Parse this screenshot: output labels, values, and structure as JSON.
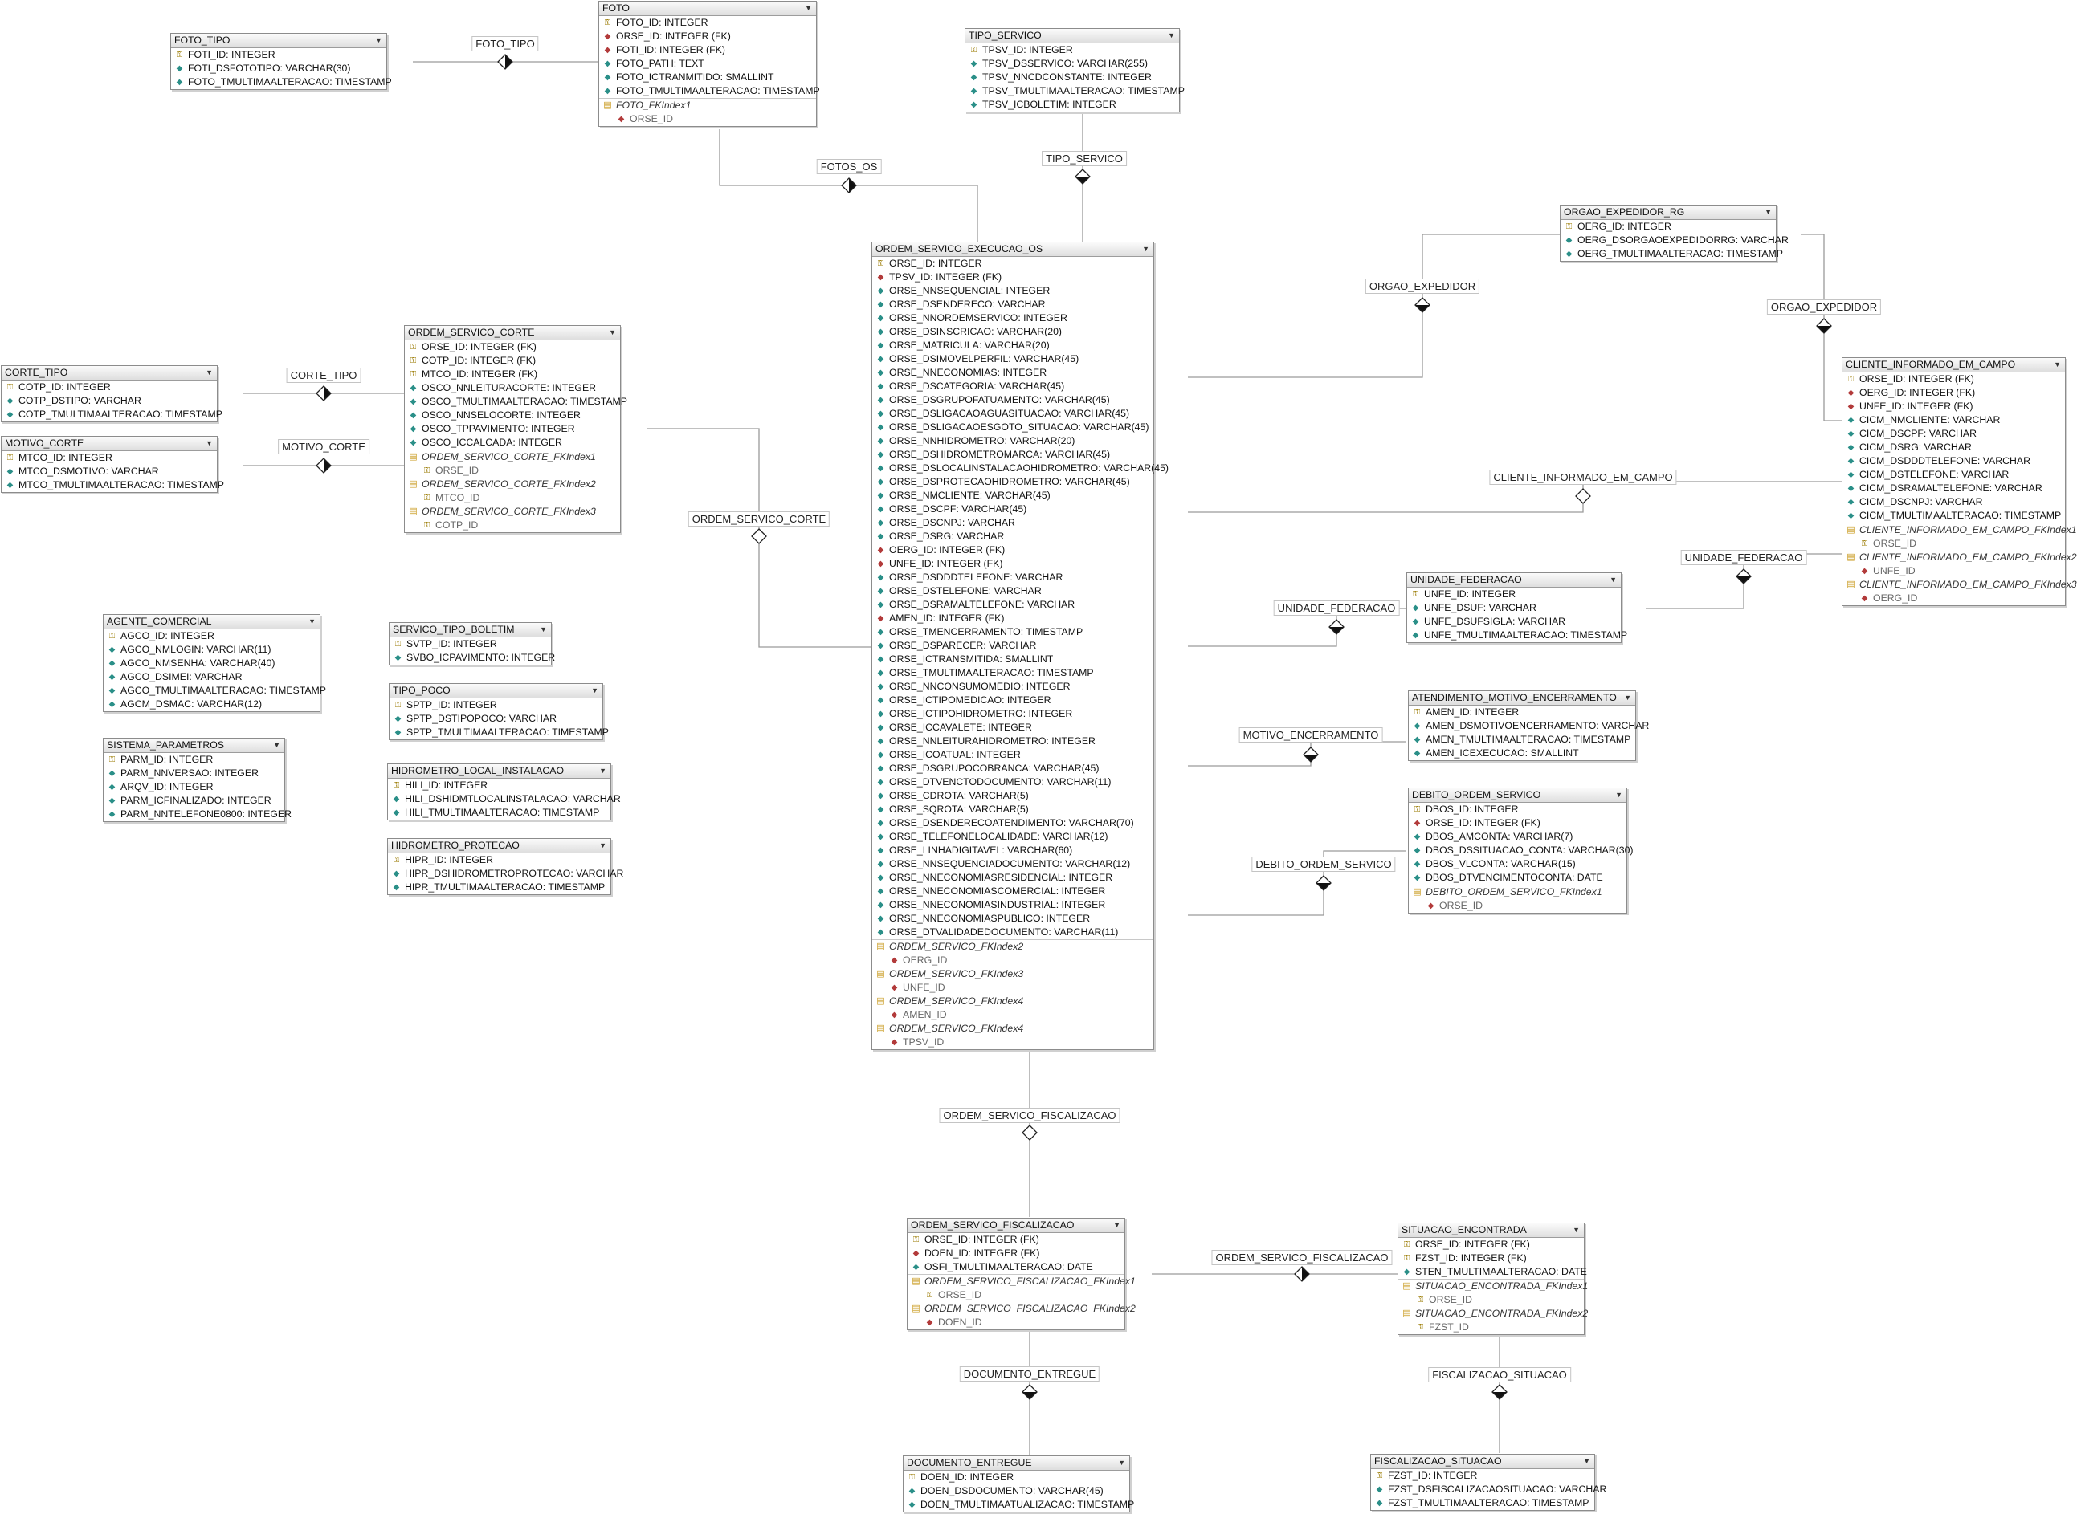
{
  "entities": [
    {
      "id": "FOTO_TIPO",
      "title": "FOTO_TIPO",
      "rows": [
        {
          "t": "key",
          "text": "FOTI_ID: INTEGER"
        },
        {
          "t": "col",
          "text": "FOTI_DSFOTOTIPO: VARCHAR(30)"
        },
        {
          "t": "col",
          "text": "FOTO_TMULTIMAALTERACAO: TIMESTAMP"
        }
      ]
    },
    {
      "id": "FOTO",
      "title": "FOTO",
      "rows": [
        {
          "t": "key",
          "text": "FOTO_ID: INTEGER"
        },
        {
          "t": "fk",
          "text": "ORSE_ID: INTEGER (FK)"
        },
        {
          "t": "fk",
          "text": "FOTI_ID: INTEGER (FK)"
        },
        {
          "t": "col",
          "text": "FOTO_PATH: TEXT"
        },
        {
          "t": "col",
          "text": "FOTO_ICTRANMITIDO: SMALLINT"
        },
        {
          "t": "col",
          "text": "FOTO_TMULTIMAALTERACAO: TIMESTAMP"
        },
        {
          "t": "idx",
          "text": "FOTO_FKIndex1"
        },
        {
          "t": "sub",
          "text": "ORSE_ID"
        }
      ]
    },
    {
      "id": "TIPO_SERVICO",
      "title": "TIPO_SERVICO",
      "rows": [
        {
          "t": "key",
          "text": "TPSV_ID: INTEGER"
        },
        {
          "t": "col",
          "text": "TPSV_DSSERVICO: VARCHAR(255)"
        },
        {
          "t": "col",
          "text": "TPSV_NNCDCONSTANTE: INTEGER"
        },
        {
          "t": "col",
          "text": "TPSV_TMULTIMAALTERACAO: TIMESTAMP"
        },
        {
          "t": "col",
          "text": "TPSV_ICBOLETIM: INTEGER"
        }
      ]
    },
    {
      "id": "ORGAO_EXPEDIDOR_RG",
      "title": "ORGAO_EXPEDIDOR_RG",
      "rows": [
        {
          "t": "key",
          "text": "OERG_ID: INTEGER"
        },
        {
          "t": "col",
          "text": "OERG_DSORGAOEXPEDIDORRG: VARCHAR"
        },
        {
          "t": "col",
          "text": "OERG_TMULTIMAALTERACAO: TIMESTAMP"
        }
      ]
    },
    {
      "id": "CORTE_TIPO",
      "title": "CORTE_TIPO",
      "rows": [
        {
          "t": "key",
          "text": "COTP_ID: INTEGER"
        },
        {
          "t": "col",
          "text": "COTP_DSTIPO: VARCHAR"
        },
        {
          "t": "col",
          "text": "COTP_TMULTIMAALTERACAO: TIMESTAMP"
        }
      ]
    },
    {
      "id": "MOTIVO_CORTE",
      "title": "MOTIVO_CORTE",
      "rows": [
        {
          "t": "key",
          "text": "MTCO_ID: INTEGER"
        },
        {
          "t": "col",
          "text": "MTCO_DSMOTIVO: VARCHAR"
        },
        {
          "t": "col",
          "text": "MTCO_TMULTIMAALTERACAO: TIMESTAMP"
        }
      ]
    },
    {
      "id": "ORDEM_SERVICO_CORTE",
      "title": "ORDEM_SERVICO_CORTE",
      "rows": [
        {
          "t": "key",
          "text": "ORSE_ID: INTEGER (FK)"
        },
        {
          "t": "key",
          "text": "COTP_ID: INTEGER (FK)"
        },
        {
          "t": "key",
          "text": "MTCO_ID: INTEGER (FK)"
        },
        {
          "t": "col",
          "text": "OSCO_NNLEITURACORTE: INTEGER"
        },
        {
          "t": "col",
          "text": "OSCO_TMULTIMAALTERACAO: TIMESTAMP"
        },
        {
          "t": "col",
          "text": "OSCO_NNSELOCORTE: INTEGER"
        },
        {
          "t": "col",
          "text": "OSCO_TPPAVIMENTO: INTEGER"
        },
        {
          "t": "col",
          "text": "OSCO_ICCALCADA: INTEGER"
        },
        {
          "t": "idx",
          "text": "ORDEM_SERVICO_CORTE_FKIndex1"
        },
        {
          "t": "subkey",
          "text": "ORSE_ID"
        },
        {
          "t": "idx",
          "text": "ORDEM_SERVICO_CORTE_FKIndex2"
        },
        {
          "t": "subkey",
          "text": "MTCO_ID"
        },
        {
          "t": "idx",
          "text": "ORDEM_SERVICO_CORTE_FKIndex3"
        },
        {
          "t": "subkey",
          "text": "COTP_ID"
        }
      ]
    },
    {
      "id": "ORDEM_SERVICO_EXECUCAO_OS",
      "title": "ORDEM_SERVICO_EXECUCAO_OS",
      "rows": [
        {
          "t": "key",
          "text": "ORSE_ID: INTEGER"
        },
        {
          "t": "fk",
          "text": "TPSV_ID: INTEGER (FK)"
        },
        {
          "t": "col",
          "text": "ORSE_NNSEQUENCIAL: INTEGER"
        },
        {
          "t": "col",
          "text": "ORSE_DSENDERECO: VARCHAR"
        },
        {
          "t": "col",
          "text": "ORSE_NNORDEMSERVICO: INTEGER"
        },
        {
          "t": "col",
          "text": "ORSE_DSINSCRICAO: VARCHAR(20)"
        },
        {
          "t": "col",
          "text": "ORSE_MATRICULA: VARCHAR(20)"
        },
        {
          "t": "col",
          "text": "ORSE_DSIMOVELPERFIL: VARCHAR(45)"
        },
        {
          "t": "col",
          "text": "ORSE_NNECONOMIAS: INTEGER"
        },
        {
          "t": "col",
          "text": "ORSE_DSCATEGORIA: VARCHAR(45)"
        },
        {
          "t": "col",
          "text": "ORSE_DSGRUPOFATUAMENTO: VARCHAR(45)"
        },
        {
          "t": "col",
          "text": "ORSE_DSLIGACAOAGUASITUACAO: VARCHAR(45)"
        },
        {
          "t": "col",
          "text": "ORSE_DSLIGACAOESGOTO_SITUACAO: VARCHAR(45)"
        },
        {
          "t": "col",
          "text": "ORSE_NNHIDROMETRO: VARCHAR(20)"
        },
        {
          "t": "col",
          "text": "ORSE_DSHIDROMETROMARCA: VARCHAR(45)"
        },
        {
          "t": "col",
          "text": "ORSE_DSLOCALINSTALACAOHIDROMETRO: VARCHAR(45)"
        },
        {
          "t": "col",
          "text": "ORSE_DSPROTECAOHIDROMETRO: VARCHAR(45)"
        },
        {
          "t": "col",
          "text": "ORSE_NMCLIENTE: VARCHAR(45)"
        },
        {
          "t": "col",
          "text": "ORSE_DSCPF: VARCHAR(45)"
        },
        {
          "t": "col",
          "text": "ORSE_DSCNPJ: VARCHAR"
        },
        {
          "t": "col",
          "text": "ORSE_DSRG: VARCHAR"
        },
        {
          "t": "fk",
          "text": "OERG_ID: INTEGER (FK)"
        },
        {
          "t": "fk",
          "text": "UNFE_ID: INTEGER (FK)"
        },
        {
          "t": "col",
          "text": "ORSE_DSDDDTELEFONE: VARCHAR"
        },
        {
          "t": "col",
          "text": "ORSE_DSTELEFONE: VARCHAR"
        },
        {
          "t": "col",
          "text": "ORSE_DSRAMALTELEFONE: VARCHAR"
        },
        {
          "t": "fk",
          "text": "AMEN_ID: INTEGER (FK)"
        },
        {
          "t": "col",
          "text": "ORSE_TMENCERRAMENTO: TIMESTAMP"
        },
        {
          "t": "col",
          "text": "ORSE_DSPARECER: VARCHAR"
        },
        {
          "t": "col",
          "text": "ORSE_ICTRANSMITIDA: SMALLINT"
        },
        {
          "t": "col",
          "text": "ORSE_TMULTIMAALTERACAO: TIMESTAMP"
        },
        {
          "t": "col",
          "text": "ORSE_NNCONSUMOMEDIO: INTEGER"
        },
        {
          "t": "col",
          "text": "ORSE_ICTIPOMEDICAO: INTEGER"
        },
        {
          "t": "col",
          "text": "ORSE_ICTIPOHIDROMETRO: INTEGER"
        },
        {
          "t": "col",
          "text": "ORSE_ICCAVALETE: INTEGER"
        },
        {
          "t": "col",
          "text": "ORSE_NNLEITURAHIDROMETRO: INTEGER"
        },
        {
          "t": "col",
          "text": "ORSE_ICOATUAL: INTEGER"
        },
        {
          "t": "col",
          "text": "ORSE_DSGRUPOCOBRANCA: VARCHAR(45)"
        },
        {
          "t": "col",
          "text": "ORSE_DTVENCTODOCUMENTO: VARCHAR(11)"
        },
        {
          "t": "col",
          "text": "ORSE_CDROTA: VARCHAR(5)"
        },
        {
          "t": "col",
          "text": "ORSE_SQROTA: VARCHAR(5)"
        },
        {
          "t": "col",
          "text": "ORSE_DSENDERECOATENDIMENTO: VARCHAR(70)"
        },
        {
          "t": "col",
          "text": "ORSE_TELEFONELOCALIDADE: VARCHAR(12)"
        },
        {
          "t": "col",
          "text": "ORSE_LINHADIGITAVEL: VARCHAR(60)"
        },
        {
          "t": "col",
          "text": "ORSE_NNSEQUENCIADOCUMENTO: VARCHAR(12)"
        },
        {
          "t": "col",
          "text": "ORSE_NNECONOMIASRESIDENCIAL: INTEGER"
        },
        {
          "t": "col",
          "text": "ORSE_NNECONOMIASCOMERCIAL: INTEGER"
        },
        {
          "t": "col",
          "text": "ORSE_NNECONOMIASINDUSTRIAL: INTEGER"
        },
        {
          "t": "col",
          "text": "ORSE_NNECONOMIASPUBLICO: INTEGER"
        },
        {
          "t": "col",
          "text": "ORSE_DTVALIDADEDOCUMENTO: VARCHAR(11)"
        },
        {
          "t": "idx",
          "text": "ORDEM_SERVICO_FKIndex2"
        },
        {
          "t": "sub",
          "text": "OERG_ID"
        },
        {
          "t": "idx",
          "text": "ORDEM_SERVICO_FKIndex3"
        },
        {
          "t": "sub",
          "text": "UNFE_ID"
        },
        {
          "t": "idx",
          "text": "ORDEM_SERVICO_FKIndex4"
        },
        {
          "t": "sub",
          "text": "AMEN_ID"
        },
        {
          "t": "idx",
          "text": "ORDEM_SERVICO_FKIndex4"
        },
        {
          "t": "sub",
          "text": "TPSV_ID"
        }
      ]
    },
    {
      "id": "CLIENTE_INFORMADO_EM_CAMPO",
      "title": "CLIENTE_INFORMADO_EM_CAMPO",
      "rows": [
        {
          "t": "key",
          "text": "ORSE_ID: INTEGER (FK)"
        },
        {
          "t": "fk",
          "text": "OERG_ID: INTEGER (FK)"
        },
        {
          "t": "fk",
          "text": "UNFE_ID: INTEGER (FK)"
        },
        {
          "t": "col",
          "text": "CICM_NMCLIENTE: VARCHAR"
        },
        {
          "t": "col",
          "text": "CICM_DSCPF: VARCHAR"
        },
        {
          "t": "col",
          "text": "CICM_DSRG: VARCHAR"
        },
        {
          "t": "col",
          "text": "CICM_DSDDDTELEFONE: VARCHAR"
        },
        {
          "t": "col",
          "text": "CICM_DSTELEFONE: VARCHAR"
        },
        {
          "t": "col",
          "text": "CICM_DSRAMALTELEFONE: VARCHAR"
        },
        {
          "t": "col",
          "text": "CICM_DSCNPJ: VARCHAR"
        },
        {
          "t": "col",
          "text": "CICM_TMULTIMAALTERACAO: TIMESTAMP"
        },
        {
          "t": "idx",
          "text": "CLIENTE_INFORMADO_EM_CAMPO_FKIndex1"
        },
        {
          "t": "subkey",
          "text": "ORSE_ID"
        },
        {
          "t": "idx",
          "text": "CLIENTE_INFORMADO_EM_CAMPO_FKIndex2"
        },
        {
          "t": "sub",
          "text": "UNFE_ID"
        },
        {
          "t": "idx",
          "text": "CLIENTE_INFORMADO_EM_CAMPO_FKIndex3"
        },
        {
          "t": "sub",
          "text": "OERG_ID"
        }
      ]
    },
    {
      "id": "UNIDADE_FEDERACAO",
      "title": "UNIDADE_FEDERACAO",
      "rows": [
        {
          "t": "key",
          "text": "UNFE_ID: INTEGER"
        },
        {
          "t": "col",
          "text": "UNFE_DSUF: VARCHAR"
        },
        {
          "t": "col",
          "text": "UNFE_DSUFSIGLA: VARCHAR"
        },
        {
          "t": "col",
          "text": "UNFE_TMULTIMAALTERACAO: TIMESTAMP"
        }
      ]
    },
    {
      "id": "AGENTE_COMERCIAL",
      "title": "AGENTE_COMERCIAL",
      "rows": [
        {
          "t": "key",
          "text": "AGCO_ID: INTEGER"
        },
        {
          "t": "col",
          "text": "AGCO_NMLOGIN: VARCHAR(11)"
        },
        {
          "t": "col",
          "text": "AGCO_NMSENHA: VARCHAR(40)"
        },
        {
          "t": "col",
          "text": "AGCO_DSIMEI: VARCHAR"
        },
        {
          "t": "col",
          "text": "AGCO_TMULTIMAALTERACAO: TIMESTAMP"
        },
        {
          "t": "col",
          "text": "AGCM_DSMAC: VARCHAR(12)"
        }
      ]
    },
    {
      "id": "SERVICO_TIPO_BOLETIM",
      "title": "SERVICO_TIPO_BOLETIM",
      "rows": [
        {
          "t": "key",
          "text": "SVTP_ID: INTEGER"
        },
        {
          "t": "col",
          "text": "SVBO_ICPAVIMENTO: INTEGER"
        }
      ]
    },
    {
      "id": "TIPO_POCO",
      "title": "TIPO_POCO",
      "rows": [
        {
          "t": "key",
          "text": "SPTP_ID: INTEGER"
        },
        {
          "t": "col",
          "text": "SPTP_DSTIPOPOCO: VARCHAR"
        },
        {
          "t": "col",
          "text": "SPTP_TMULTIMAALTERACAO: TIMESTAMP"
        }
      ]
    },
    {
      "id": "SISTEMA_PARAMETROS",
      "title": "SISTEMA_PARAMETROS",
      "rows": [
        {
          "t": "key",
          "text": "PARM_ID: INTEGER"
        },
        {
          "t": "col",
          "text": "PARM_NNVERSAO: INTEGER"
        },
        {
          "t": "col",
          "text": "ARQV_ID: INTEGER"
        },
        {
          "t": "col",
          "text": "PARM_ICFINALIZADO: INTEGER"
        },
        {
          "t": "col",
          "text": "PARM_NNTELEFONE0800: INTEGER"
        }
      ]
    },
    {
      "id": "HIDROMETRO_LOCAL_INSTALACAO",
      "title": "HIDROMETRO_LOCAL_INSTALACAO",
      "rows": [
        {
          "t": "key",
          "text": "HILI_ID: INTEGER"
        },
        {
          "t": "col",
          "text": "HILI_DSHIDMTLOCALINSTALACAO: VARCHAR"
        },
        {
          "t": "col",
          "text": "HILI_TMULTIMAALTERACAO: TIMESTAMP"
        }
      ]
    },
    {
      "id": "HIDROMETRO_PROTECAO",
      "title": "HIDROMETRO_PROTECAO",
      "rows": [
        {
          "t": "key",
          "text": "HIPR_ID: INTEGER"
        },
        {
          "t": "col",
          "text": "HIPR_DSHIDROMETROPROTECAO: VARCHAR"
        },
        {
          "t": "col",
          "text": "HIPR_TMULTIMAALTERACAO: TIMESTAMP"
        }
      ]
    },
    {
      "id": "ATENDIMENTO_MOTIVO_ENCERRAMENTO",
      "title": "ATENDIMENTO_MOTIVO_ENCERRAMENTO",
      "rows": [
        {
          "t": "key",
          "text": "AMEN_ID: INTEGER"
        },
        {
          "t": "col",
          "text": "AMEN_DSMOTIVOENCERRAMENTO: VARCHAR"
        },
        {
          "t": "col",
          "text": "AMEN_TMULTIMAALTERACAO: TIMESTAMP"
        },
        {
          "t": "col",
          "text": "AMEN_ICEXECUCAO: SMALLINT"
        }
      ]
    },
    {
      "id": "DEBITO_ORDEM_SERVICO",
      "title": "DEBITO_ORDEM_SERVICO",
      "rows": [
        {
          "t": "key",
          "text": "DBOS_ID: INTEGER"
        },
        {
          "t": "fk",
          "text": "ORSE_ID: INTEGER (FK)"
        },
        {
          "t": "col",
          "text": "DBOS_AMCONTA: VARCHAR(7)"
        },
        {
          "t": "col",
          "text": "DBOS_DSSITUACAO_CONTA: VARCHAR(30)"
        },
        {
          "t": "col",
          "text": "DBOS_VLCONTA: VARCHAR(15)"
        },
        {
          "t": "col",
          "text": "DBOS_DTVENCIMENTOCONTA: DATE"
        },
        {
          "t": "idx",
          "text": "DEBITO_ORDEM_SERVICO_FKIndex1"
        },
        {
          "t": "sub",
          "text": "ORSE_ID"
        }
      ]
    },
    {
      "id": "ORDEM_SERVICO_FISCALIZACAO",
      "title": "ORDEM_SERVICO_FISCALIZACAO",
      "rows": [
        {
          "t": "key",
          "text": "ORSE_ID: INTEGER (FK)"
        },
        {
          "t": "fk",
          "text": "DOEN_ID: INTEGER (FK)"
        },
        {
          "t": "col",
          "text": "OSFI_TMULTIMAALTERACAO: DATE"
        },
        {
          "t": "idx",
          "text": "ORDEM_SERVICO_FISCALIZACAO_FKIndex1"
        },
        {
          "t": "subkey",
          "text": "ORSE_ID"
        },
        {
          "t": "idx",
          "text": "ORDEM_SERVICO_FISCALIZACAO_FKIndex2"
        },
        {
          "t": "sub",
          "text": "DOEN_ID"
        }
      ]
    },
    {
      "id": "SITUACAO_ENCONTRADA",
      "title": "SITUACAO_ENCONTRADA",
      "rows": [
        {
          "t": "key",
          "text": "ORSE_ID: INTEGER (FK)"
        },
        {
          "t": "key",
          "text": "FZST_ID: INTEGER (FK)"
        },
        {
          "t": "col",
          "text": "STEN_TMULTIMAALTERACAO: DATE"
        },
        {
          "t": "idx",
          "text": "SITUACAO_ENCONTRADA_FKIndex1"
        },
        {
          "t": "subkey",
          "text": "ORSE_ID"
        },
        {
          "t": "idx",
          "text": "SITUACAO_ENCONTRADA_FKIndex2"
        },
        {
          "t": "subkey",
          "text": "FZST_ID"
        }
      ]
    },
    {
      "id": "DOCUMENTO_ENTREGUE",
      "title": "DOCUMENTO_ENTREGUE",
      "rows": [
        {
          "t": "key",
          "text": "DOEN_ID: INTEGER"
        },
        {
          "t": "col",
          "text": "DOEN_DSDOCUMENTO: VARCHAR(45)"
        },
        {
          "t": "col",
          "text": "DOEN_TMULTIMAATUALIZACAO: TIMESTAMP"
        }
      ]
    },
    {
      "id": "FISCALIZACAO_SITUACAO",
      "title": "FISCALIZACAO_SITUACAO",
      "rows": [
        {
          "t": "key",
          "text": "FZST_ID: INTEGER"
        },
        {
          "t": "col",
          "text": "FZST_DSFISCALIZACAOSITUACAO: VARCHAR"
        },
        {
          "t": "col",
          "text": "FZST_TMULTIMAALTERACAO: TIMESTAMP"
        }
      ]
    }
  ],
  "relationships": [
    {
      "id": "r-foto-tipo",
      "label": "FOTO_TIPO",
      "filled": true
    },
    {
      "id": "r-fotos-os",
      "label": "FOTOS_OS",
      "filled": true
    },
    {
      "id": "r-tipo-servico",
      "label": "TIPO_SERVICO",
      "filled": true
    },
    {
      "id": "r-orgao-exp-1",
      "label": "ORGAO_EXPEDIDOR",
      "filled": true
    },
    {
      "id": "r-orgao-exp-2",
      "label": "ORGAO_EXPEDIDOR",
      "filled": true
    },
    {
      "id": "r-corte-tipo",
      "label": "CORTE_TIPO",
      "filled": true
    },
    {
      "id": "r-motivo-corte",
      "label": "MOTIVO_CORTE",
      "filled": true
    },
    {
      "id": "r-os-corte",
      "label": "ORDEM_SERVICO_CORTE",
      "filled": false
    },
    {
      "id": "r-cliente-inf",
      "label": "CLIENTE_INFORMADO_EM_CAMPO",
      "filled": false
    },
    {
      "id": "r-unidade-fed-1",
      "label": "UNIDADE_FEDERACAO",
      "filled": true
    },
    {
      "id": "r-unidade-fed-2",
      "label": "UNIDADE_FEDERACAO",
      "filled": true
    },
    {
      "id": "r-motivo-enc",
      "label": "MOTIVO_ENCERRAMENTO",
      "filled": true
    },
    {
      "id": "r-debito-os",
      "label": "DEBITO_ORDEM_SERVICO",
      "filled": true
    },
    {
      "id": "r-os-fisc-1",
      "label": "ORDEM_SERVICO_FISCALIZACAO",
      "filled": false
    },
    {
      "id": "r-os-fisc-2",
      "label": "ORDEM_SERVICO_FISCALIZACAO",
      "filled": true
    },
    {
      "id": "r-doc-entregue",
      "label": "DOCUMENTO_ENTREGUE",
      "filled": true
    },
    {
      "id": "r-fisc-sit",
      "label": "FISCALIZACAO_SITUACAO",
      "filled": true
    }
  ]
}
